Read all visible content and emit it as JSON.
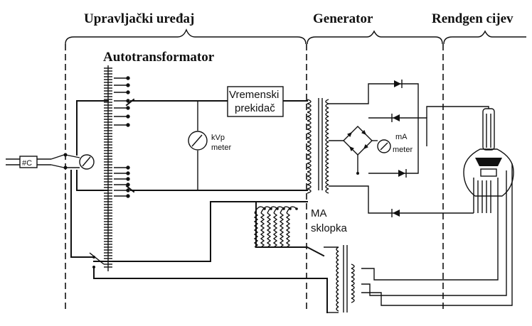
{
  "sections": {
    "control_unit": "Upravljački uređaj",
    "generator": "Generator",
    "xray_tube": "Rendgen cijev"
  },
  "labels": {
    "autotransformer": "Autotransformator",
    "timer_line1": "Vremenski",
    "timer_line2": "prekidač",
    "kvp_line1": "kVp",
    "kvp_line2": "meter",
    "ma_meter_line1": "mA",
    "ma_meter_line2": "meter",
    "ma_switch_line1": "MA",
    "ma_switch_line2": "sklopka"
  },
  "icons": {
    "plug": "power-plug-icon",
    "switch": "main-switch-icon",
    "kvp_meter": "kvp-meter-icon",
    "ma_meter": "ma-meter-icon",
    "diode": "diode-icon",
    "xray_tube": "xray-tube-icon"
  }
}
